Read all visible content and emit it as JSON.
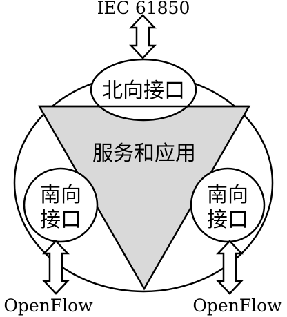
{
  "diagram": {
    "top_protocol": "IEC 61850",
    "northbound_interface": "北向接口",
    "center_label": "服务和应用",
    "southbound_left": {
      "line1": "南向",
      "line2": "接口"
    },
    "southbound_right": {
      "line1": "南向",
      "line2": "接口"
    },
    "bottom_left_protocol": "OpenFlow",
    "bottom_right_protocol": "OpenFlow",
    "colors": {
      "stroke": "#000000",
      "triangle_fill": "#d9d9d9",
      "background": "#ffffff"
    }
  }
}
